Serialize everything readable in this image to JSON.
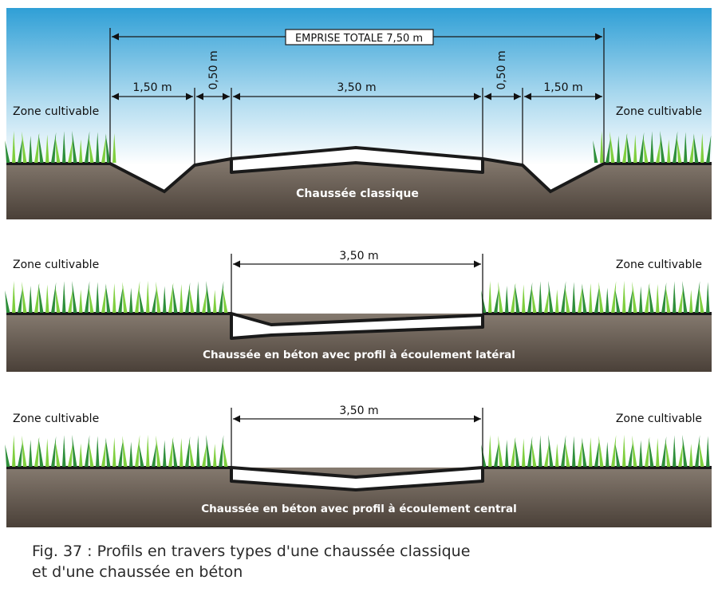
{
  "panel1": {
    "total_label": "EMPRISE TOTALE 7,50 m",
    "dim_left_ditch": "1,50 m",
    "dim_left_shoulder": "0,50 m",
    "dim_road": "3,50 m",
    "dim_right_shoulder": "0,50 m",
    "dim_right_ditch": "1,50 m",
    "zone_left": "Zone cultivable",
    "zone_right": "Zone cultivable",
    "road_label": "Chaussée classique"
  },
  "panel2": {
    "dim_road": "3,50 m",
    "zone_left": "Zone cultivable",
    "zone_right": "Zone cultivable",
    "road_label": "Chaussée en béton avec profil à écoulement latéral"
  },
  "panel3": {
    "dim_road": "3,50 m",
    "zone_left": "Zone cultivable",
    "zone_right": "Zone cultivable",
    "road_label": "Chaussée en béton avec profil à écoulement central"
  },
  "caption": {
    "line1": "Fig. 37 : Profils en travers types d'une chaussée classique",
    "line2": "et d'une chaussée en béton"
  },
  "colors": {
    "sky_top": "#2f9fd6",
    "sky_bottom": "#ffffff",
    "soil_top": "#7f7368",
    "soil_bottom": "#4a4038",
    "grass_dark": "#2e8f3a",
    "grass_light": "#7fcf3f"
  }
}
